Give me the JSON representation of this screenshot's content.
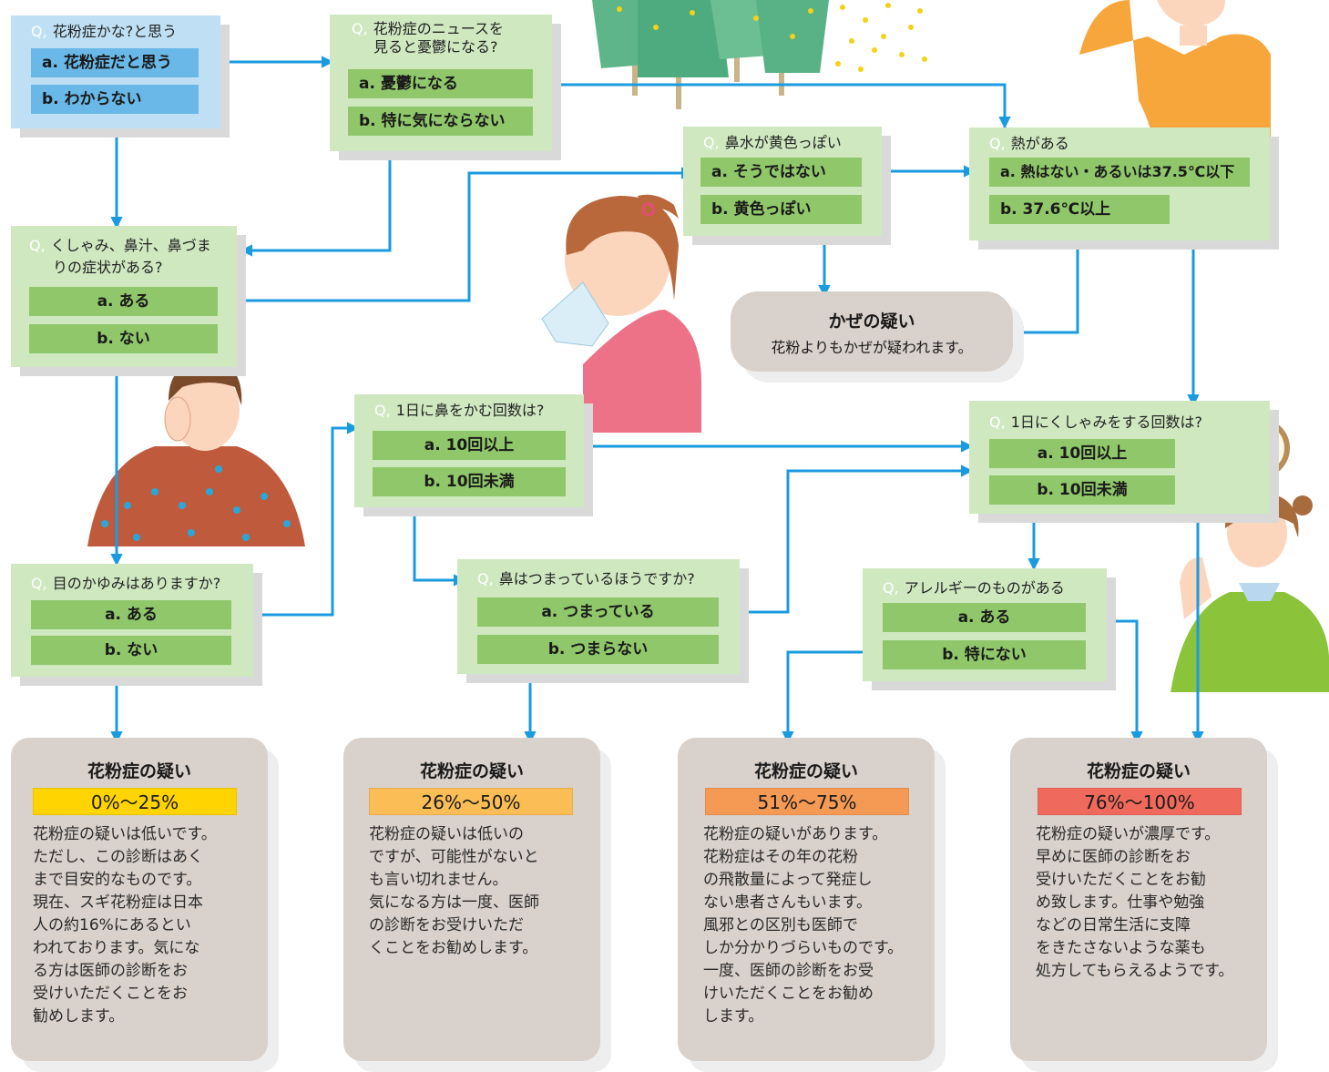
{
  "colors": {
    "arrow": "#1a9be0",
    "green_box": "#cfe8c0",
    "green_option": "#8fc76a",
    "blue_box": "#bfe0f4",
    "blue_option": "#69b8e8",
    "result_box": "#d8d1cc"
  },
  "questions": {
    "q1": {
      "q": "Q,",
      "text": "花粉症かな?と思う",
      "a": "a. 花粉症だと思う",
      "b": "b. わからない"
    },
    "q2": {
      "q": "Q,",
      "text": "花粉症のニュースを",
      "text2": "見ると憂鬱になる?",
      "a": "a. 憂鬱になる",
      "b": "b. 特に気にならない"
    },
    "q3": {
      "q": "Q,",
      "text": "くしゃみ、鼻汁、鼻づま",
      "text2": "りの症状がある?",
      "a": "a. ある",
      "b": "b. ない"
    },
    "q4": {
      "q": "Q,",
      "text": "鼻水が黄色っぽい",
      "a": "a. そうではない",
      "b": "b. 黄色っぽい"
    },
    "q5": {
      "q": "Q,",
      "text": "熱がある",
      "a": "a. 熱はない・あるいは37.5℃以下",
      "b": "b. 37.6℃以上"
    },
    "q6": {
      "q": "Q,",
      "text": "1日に鼻をかむ回数は?",
      "a": "a. 10回以上",
      "b": "b. 10回未満"
    },
    "q7": {
      "q": "Q,",
      "text": "1日にくしゃみをする回数は?",
      "a": "a. 10回以上",
      "b": "b. 10回未満"
    },
    "q8": {
      "q": "Q,",
      "text": "目のかゆみはありますか?",
      "a": "a. ある",
      "b": "b. ない"
    },
    "q9": {
      "q": "Q,",
      "text": "鼻はつまっているほうですか?",
      "a": "a. つまっている",
      "b": "b. つまらない"
    },
    "q10": {
      "q": "Q,",
      "text": "アレルギーのものがある",
      "a": "a. ある",
      "b": "b. 特にない"
    }
  },
  "cold_result": {
    "title": "かぜの疑い",
    "subtitle": "花粉よりもかぜが疑われます。"
  },
  "results": [
    {
      "title": "花粉症の疑い",
      "percent": "0%〜25%",
      "color": "#ffd400",
      "text": "花粉症の疑いは低いです。\nただし、この診断はあく\nまで目安的なものです。\n現在、スギ花粉症は日本\n人の約16%にあるとい\nわれております。気にな\nる方は医師の診断をお\n受けいただくことをお\n勧めします。"
    },
    {
      "title": "花粉症の疑い",
      "percent": "26%〜50%",
      "color": "#fbbd55",
      "text": "花粉症の疑いは低いの\nですが、可能性がないと\nも言い切れません。\n気になる方は一度、医師\nの診断をお受けいただ\nくことをお勧めします。"
    },
    {
      "title": "花粉症の疑い",
      "percent": "51%〜75%",
      "color": "#f59a55",
      "text": "花粉症の疑いがあります。\n花粉症はその年の花粉\nの飛散量によって発症し\nない患者さんもいます。\n風邪との区別も医師で\nしか分かりづらいものです。\n一度、医師の診断をお受\nけいただくことをお勧め\nします。"
    },
    {
      "title": "花粉症の疑い",
      "percent": "76%〜100%",
      "color": "#ef6a5c",
      "text": "花粉症の疑いが濃厚です。\n早めに医師の診断をお\n受けいただくことをお勧\nめ致します。仕事や勉強\nなどの日常生活に支障\nをきたさないような薬も\n処方してもらえるようです。"
    }
  ]
}
